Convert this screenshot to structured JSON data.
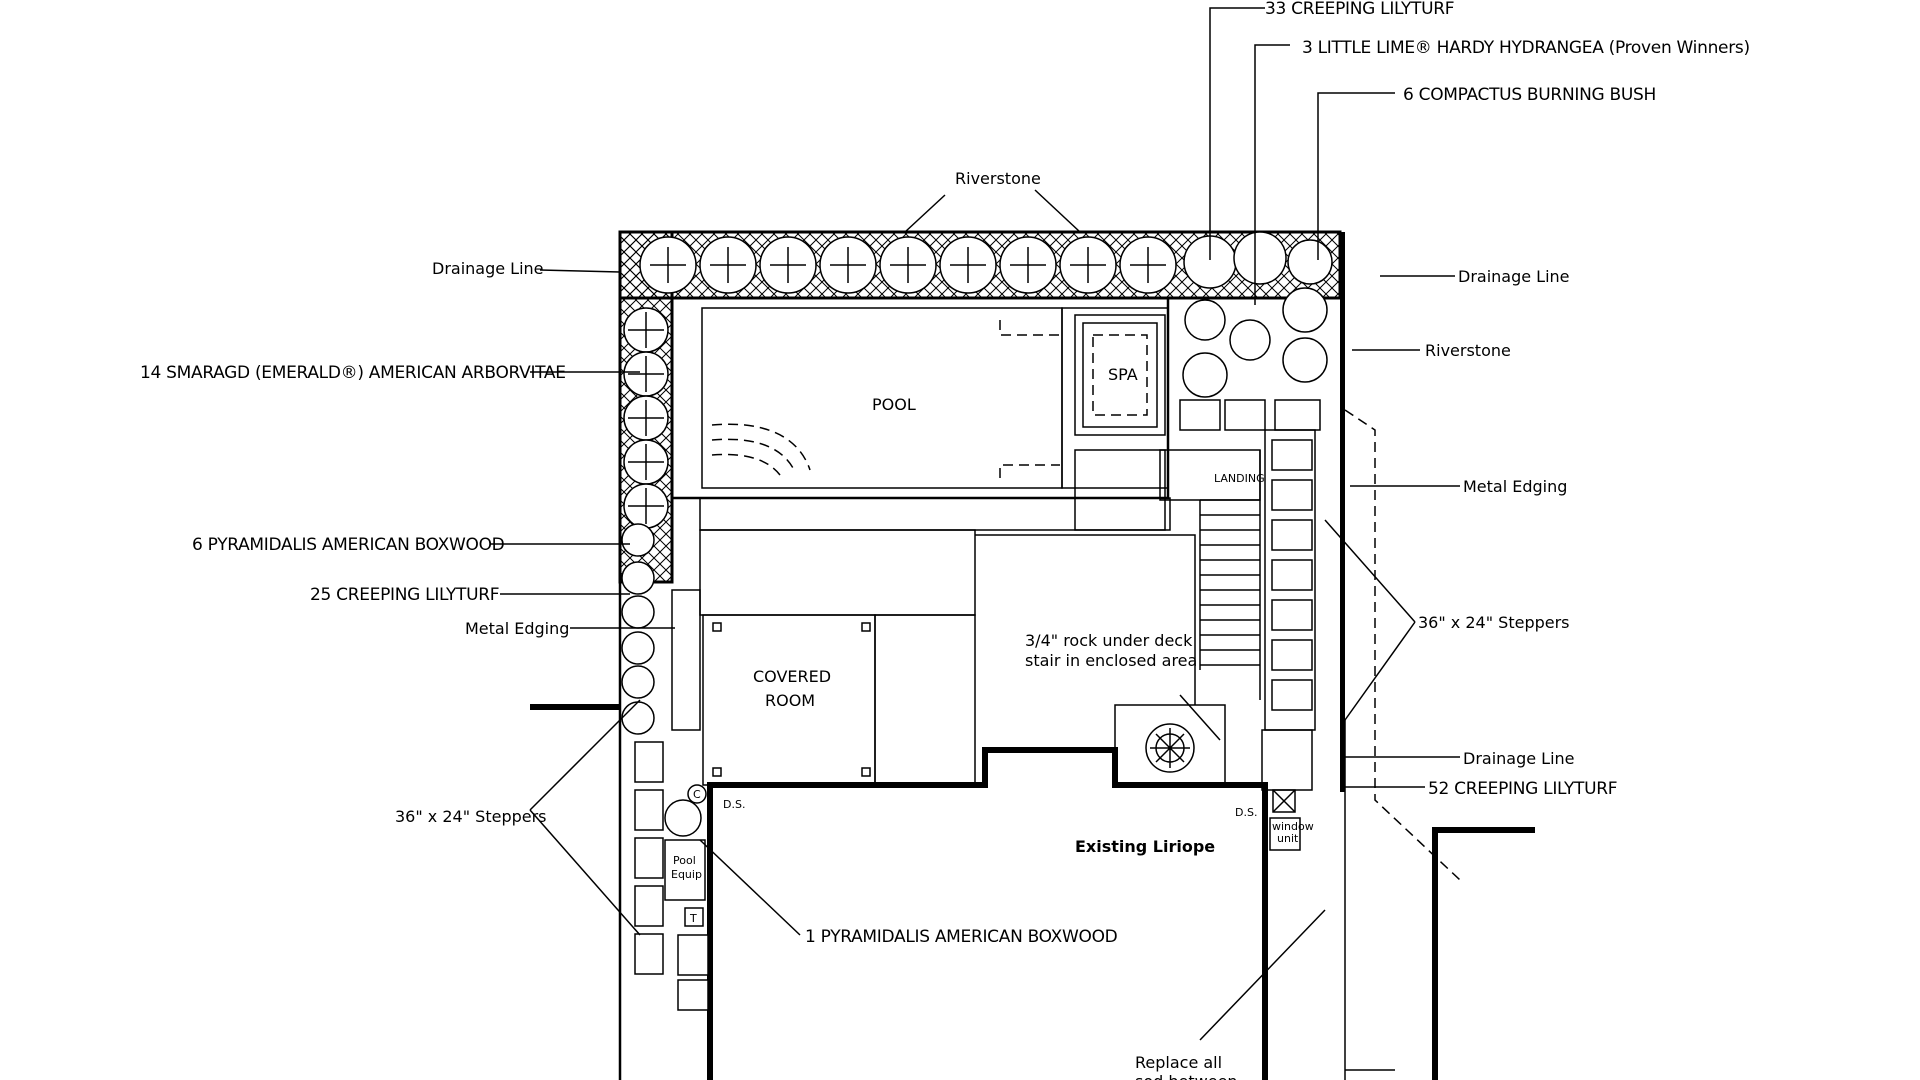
{
  "labels": {
    "creeping_lilyturf_33": "33 CREEPING LILYTURF",
    "hydrangea": "3 LITTLE LIME® HARDY HYDRANGEA (Proven Winners)",
    "burning_bush": "6 COMPACTUS BURNING BUSH",
    "riverstone_top": "Riverstone",
    "drainage_line_left": "Drainage Line",
    "drainage_line_right": "Drainage Line",
    "riverstone_right": "Riverstone",
    "arborvitae": "14 SMARAGD (EMERALD®) AMERICAN ARBORVITAE",
    "metal_edging_right": "Metal Edging",
    "boxwood_6": "6 PYRAMIDALIS AMERICAN BOXWOOD",
    "creeping_lilyturf_25": "25 CREEPING LILYTURF",
    "metal_edging_left": "Metal Edging",
    "steppers_right": "36\" x 24\" Steppers",
    "steppers_left": "36\" x 24\" Steppers",
    "drainage_line_lower": "Drainage Line",
    "creeping_lilyturf_52": "52 CREEPING LILYTURF",
    "boxwood_1": "1 PYRAMIDALIS AMERICAN BOXWOOD",
    "pool": "POOL",
    "spa": "SPA",
    "landing": "LANDING",
    "covered_room_1": "COVERED",
    "covered_room_2": "ROOM",
    "rock_note_1": "3/4\" rock under deck",
    "rock_note_2": "stair in enclosed area",
    "ds_left": "D.S.",
    "ds_right": "D.S.",
    "existing_liriope": "Existing Liriope",
    "pool_equip_1": "Pool",
    "pool_equip_2": "Equip",
    "tag_c": "C",
    "tag_t": "T",
    "window_unit_1": "window",
    "window_unit_2": "unit",
    "replace_sod_1": "Replace all",
    "replace_sod_2": "sod between"
  }
}
